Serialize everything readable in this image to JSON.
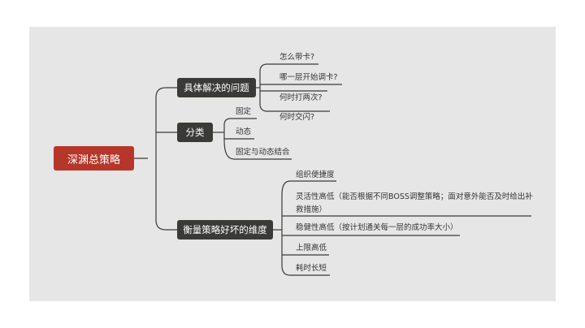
{
  "mindmap": {
    "root": "深渊总策略",
    "branches": [
      {
        "label": "具体解决的问题",
        "children": [
          "怎么带卡?",
          "哪一层开始调卡?",
          "何时打两次?",
          "何时交闪?"
        ]
      },
      {
        "label": "分类",
        "children": [
          "固定",
          "动态",
          "固定与动态结合"
        ]
      },
      {
        "label": "衡量策略好坏的维度",
        "children": [
          "组织便捷度",
          "灵活性高低（能否根据不同BOSS调整策略；面对意外能否及时给出补救措施）",
          "稳健性高低（按计划通关每一层的成功率大小）",
          "上限高低",
          "耗时长短"
        ]
      }
    ]
  },
  "colors": {
    "root": "#b6372a",
    "branch": "#3a3b36",
    "canvas": "#e6e6e6",
    "line": "#3a3b36"
  }
}
